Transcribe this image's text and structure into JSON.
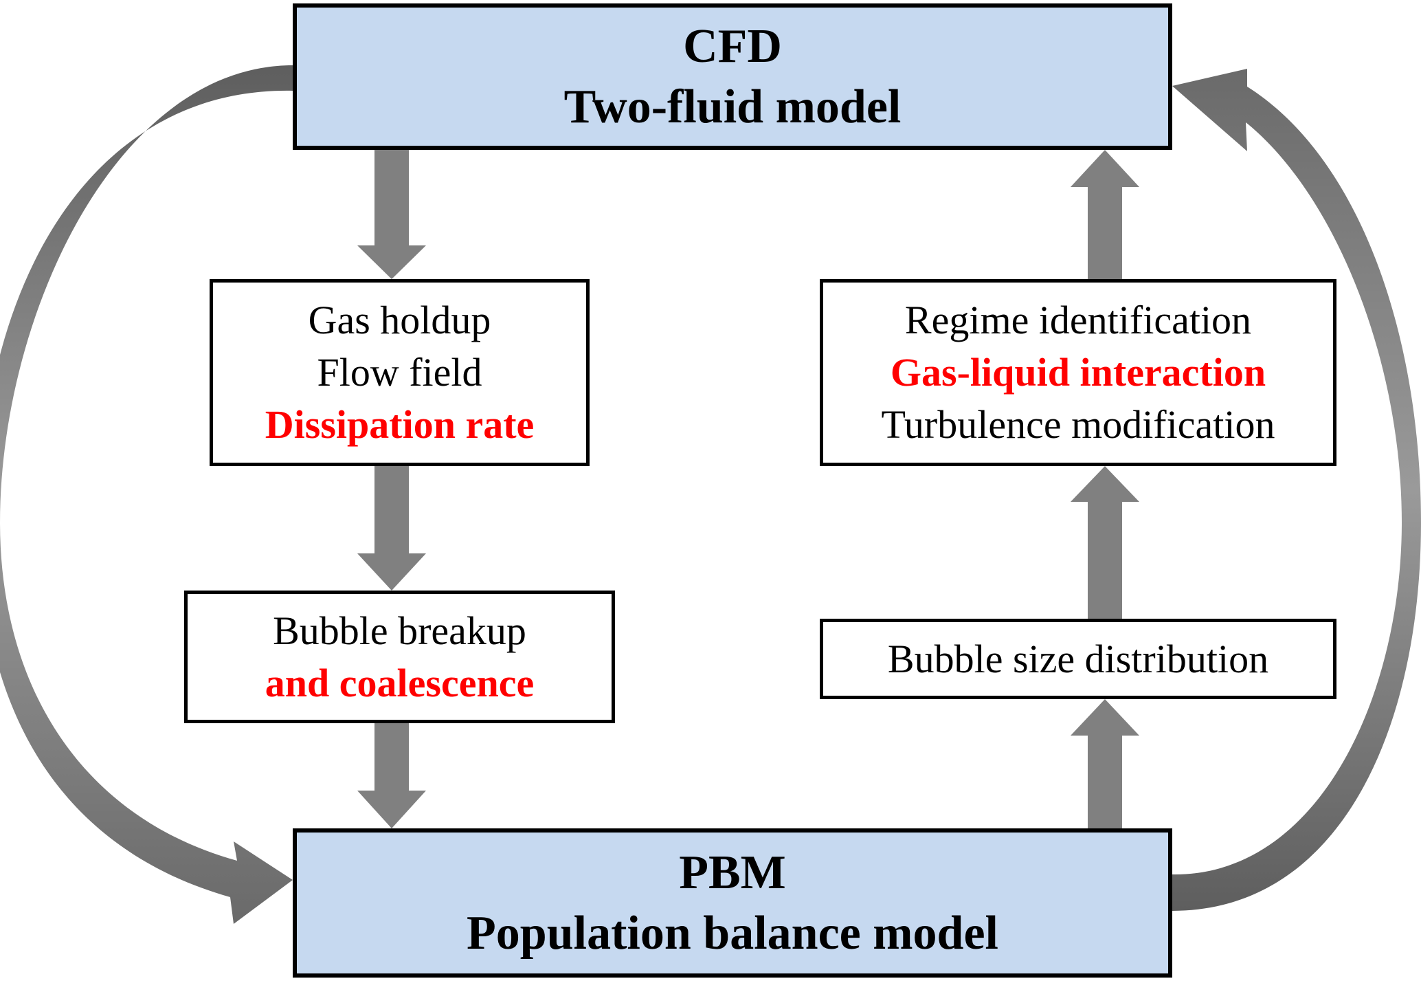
{
  "colors": {
    "main_box_fill": "#c6d9f0",
    "border": "#000000",
    "arrow": "#808080",
    "highlight_text": "#ff0000",
    "text": "#000000"
  },
  "cfd": {
    "title": "CFD",
    "subtitle": "Two-fluid model"
  },
  "pbm": {
    "title": "PBM",
    "subtitle": "Population balance model"
  },
  "left_box_1": {
    "line1": "Gas holdup",
    "line2": "Flow field",
    "line3": "Dissipation rate"
  },
  "left_box_2": {
    "line1": "Bubble breakup",
    "line2": "and coalescence"
  },
  "right_box_1": {
    "line1": "Regime identification",
    "line2": "Gas-liquid interaction",
    "line3": "Turbulence modification"
  },
  "right_box_2": {
    "line1": "Bubble size distribution"
  }
}
